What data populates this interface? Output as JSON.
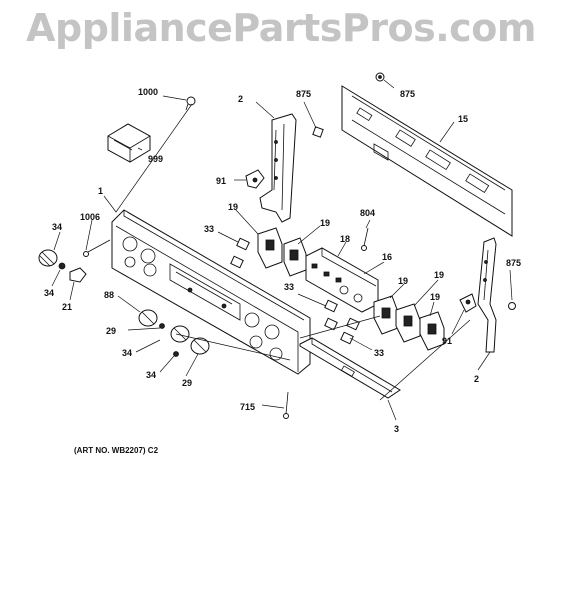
{
  "watermark": "AppliancePartsPros.com",
  "art_number": "(ART NO. WB2207) C2",
  "callouts": {
    "c1000": "1000",
    "c2a": "2",
    "c875a": "875",
    "c875b": "875",
    "c15": "15",
    "c999": "999",
    "c91a": "91",
    "c1": "1",
    "c1006": "1006",
    "c34a": "34",
    "c19a": "19",
    "c33a": "33",
    "c19b": "19",
    "c804": "804",
    "c18": "18",
    "c16": "16",
    "c34b": "34",
    "c21": "21",
    "c88": "88",
    "c33b": "33",
    "c19c": "19",
    "c19d": "19",
    "c19e": "19",
    "c875c": "875",
    "c29a": "29",
    "c34c": "34",
    "c34d": "34",
    "c29b": "29",
    "c33c": "33",
    "c91b": "91",
    "c2b": "2",
    "c715": "715",
    "c3": "3"
  }
}
